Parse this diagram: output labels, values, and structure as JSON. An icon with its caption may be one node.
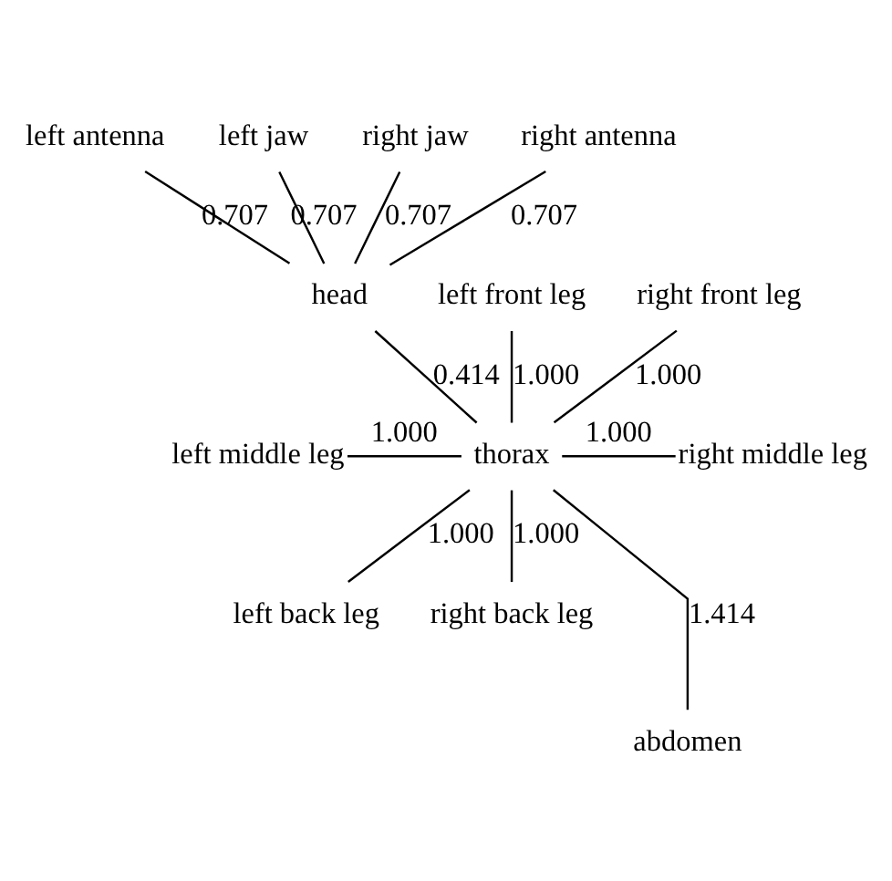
{
  "diagram": {
    "nodes": [
      {
        "text": [
          "left jaw"
        ]
      },
      {
        "text": [
          "right jaw"
        ]
      },
      {
        "text": [
          "left antenna"
        ]
      },
      {
        "text": [
          "right antenna"
        ]
      },
      {
        "text": [
          "head"
        ]
      },
      {
        "text": [
          "left front leg"
        ]
      },
      {
        "text": [
          "right front leg"
        ]
      },
      {
        "text": [
          "left middle leg"
        ]
      },
      {
        "text": [
          "right middle leg"
        ]
      },
      {
        "text": [
          "thorax"
        ]
      },
      {
        "text": [
          "left back leg"
        ]
      },
      {
        "text": [
          "right back leg"
        ]
      },
      {
        "text": [
          "abdomen"
        ]
      }
    ],
    "edges": [
      {
        "from": 4,
        "to": 0,
        "arrow": "none",
        "label": "0.707"
      },
      {
        "from": 4,
        "to": 1,
        "arrow": "none",
        "label": "0.707"
      },
      {
        "from": 4,
        "to": 2,
        "arrow": "none",
        "label": "0.707"
      },
      {
        "from": 4,
        "to": 3,
        "arrow": "none",
        "label": "0.707"
      },
      {
        "from": 9,
        "to": 4,
        "arrow": "none",
        "label": "0.414"
      },
      {
        "from": 9,
        "to": 5,
        "arrow": "none",
        "label": "1.000"
      },
      {
        "from": 9,
        "to": 6,
        "arrow": "none",
        "label": "1.000"
      },
      {
        "from": 9,
        "to": 7,
        "arrow": "none",
        "label": "1.000"
      },
      {
        "from": 9,
        "to": 8,
        "arrow": "none",
        "label": "1.000"
      },
      {
        "from": 9,
        "to": 10,
        "arrow": "none",
        "label": "1.000"
      },
      {
        "from": 9,
        "to": 11,
        "arrow": "none",
        "label": "1.000"
      },
      {
        "from": 9,
        "to": 12,
        "arrow": "none",
        "label": "1.414"
      }
    ]
  }
}
